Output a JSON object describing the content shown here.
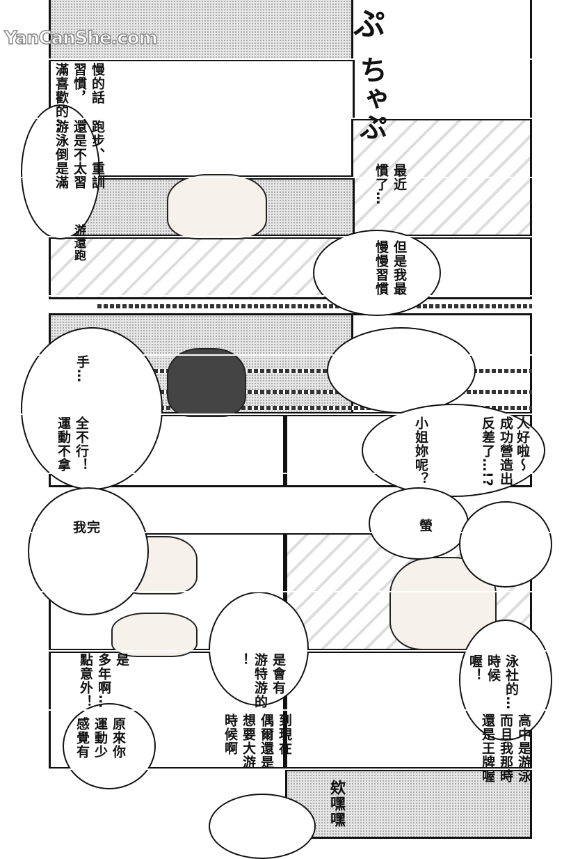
{
  "watermark": "YanCanShe.com",
  "bubbles": [
    {
      "id": "b1",
      "text": "慢的話\n習慣，\n滿喜歡的…"
    },
    {
      "id": "b2",
      "text": "跑步、重訓\n還是不太習\n游泳倒是滿"
    },
    {
      "id": "b3",
      "text": "游還跑"
    },
    {
      "id": "b4",
      "text": "最近\n慣了…"
    },
    {
      "id": "b5",
      "text": "但是我最\n慢慢習慣"
    },
    {
      "id": "b6",
      "text": "手…"
    },
    {
      "id": "b7",
      "text": "全不行！\n運動不拿"
    },
    {
      "id": "b8",
      "text": "小姐妳呢？"
    },
    {
      "id": "b9",
      "text": "成功營造出\n反差了…!?"
    },
    {
      "id": "b10",
      "text": "人好啦～"
    },
    {
      "id": "b11",
      "text": "我完"
    },
    {
      "id": "b12",
      "text": "螢"
    },
    {
      "id": "b13",
      "text": "是\n多年啊…\n點意外！"
    },
    {
      "id": "b14",
      "text": "是會有\n游特游的\n！"
    },
    {
      "id": "b15",
      "text": "時候\n喔！"
    },
    {
      "id": "b16",
      "text": "泳社的…"
    },
    {
      "id": "b17",
      "text": "高中是游泳\n而且我那時\n還是王牌喔"
    },
    {
      "id": "b18",
      "text": "原來你\n運動少\n感覺有"
    },
    {
      "id": "b19",
      "text": "到現在\n偶爾還是\n想要大游\n時候啊"
    },
    {
      "id": "b20",
      "text": "欸嘿嘿"
    }
  ],
  "sfx": [
    "ぷ",
    "ちゃぷ"
  ]
}
